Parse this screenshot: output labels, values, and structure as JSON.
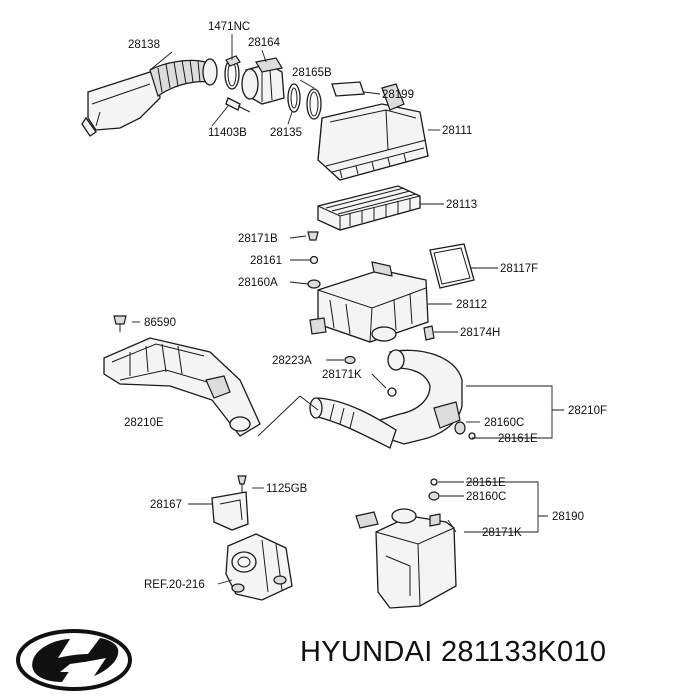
{
  "labels": {
    "l28138": "28138",
    "l1471nc": "1471NC",
    "l28164": "28164",
    "l28165b": "28165B",
    "l28199": "28199",
    "l11403b": "11403B",
    "l28135": "28135",
    "l28111": "28111",
    "l28113": "28113",
    "l28171b": "28171B",
    "l28161": "28161",
    "l28160a": "28160A",
    "l28117f": "28117F",
    "l28112": "28112",
    "l86590": "86590",
    "l28174h": "28174H",
    "l28223a": "28223A",
    "l28171k_a": "28171K",
    "l28210f": "28210F",
    "l28160c_a": "28160C",
    "l28161e_a": "28161E",
    "l28210e": "28210E",
    "l1125gb": "1125GB",
    "l28167": "28167",
    "l28161e_b": "28161E",
    "l28160c_b": "28160C",
    "l28190": "28190",
    "l28171k_b": "28171K",
    "lref": "REF.20-216"
  },
  "footer": {
    "brand": "HYUNDAI 281133K010",
    "logo": "hyundai-logo"
  }
}
